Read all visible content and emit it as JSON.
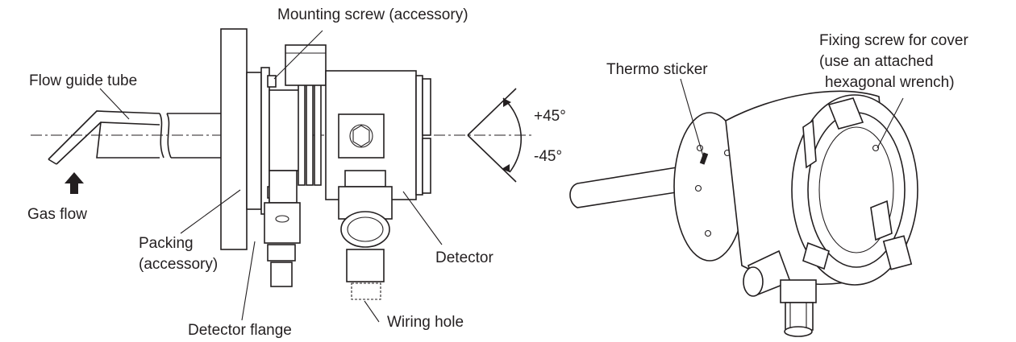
{
  "left_drawing": {
    "labels": {
      "mounting_screw": "Mounting screw (accessory)",
      "flow_guide_tube": "Flow guide tube",
      "gas_flow": "Gas flow",
      "packing_line1": "Packing",
      "packing_line2": "(accessory)",
      "detector_flange": "Detector flange",
      "wiring_hole": "Wiring hole",
      "detector": "Detector",
      "angle_plus": "+45°",
      "angle_minus": "-45°"
    }
  },
  "right_drawing": {
    "labels": {
      "thermo_sticker": "Thermo sticker",
      "fixing_line1": "Fixing screw for cover",
      "fixing_line2": "(use an attached",
      "fixing_line3": "hexagonal wrench)"
    }
  }
}
